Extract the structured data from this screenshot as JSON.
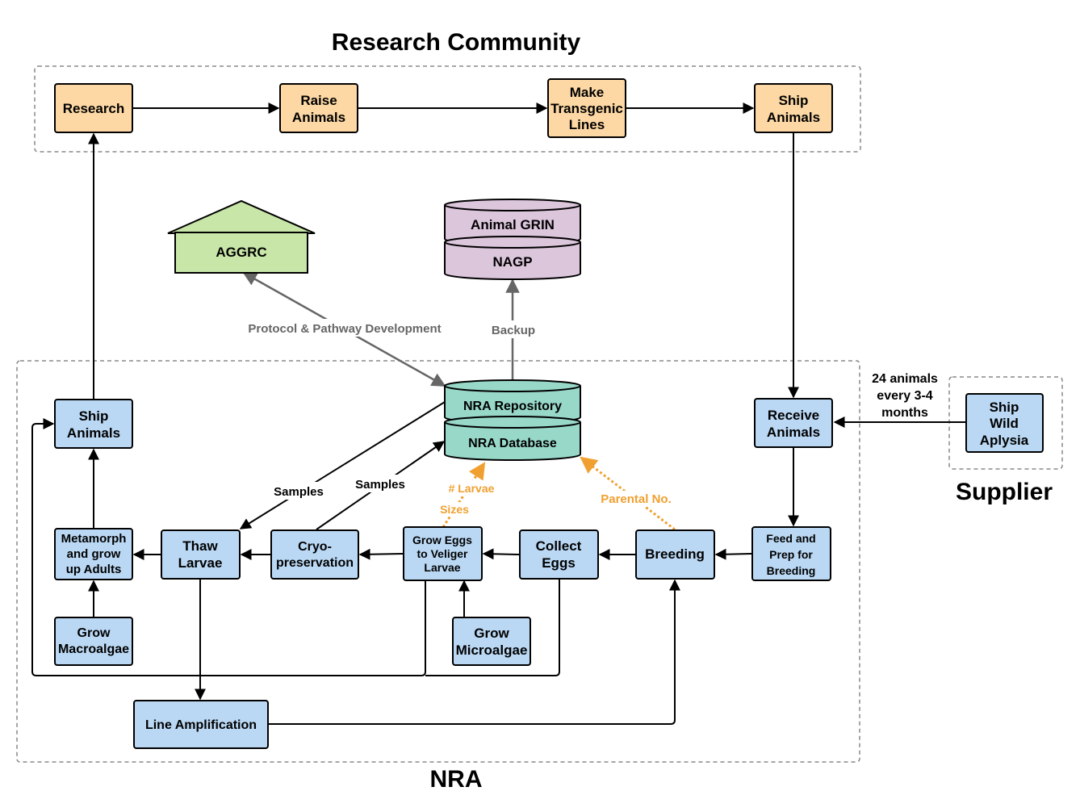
{
  "titles": {
    "research_community": "Research Community",
    "nra": "NRA",
    "supplier": "Supplier"
  },
  "colors": {
    "orange_fill": "#fdd8a4",
    "blue_fill": "#bad8f4",
    "green_fill": "#c8e6a8",
    "purple_fill": "#dcc6dc",
    "teal_fill": "#98d8c8",
    "arrow_orange": "#f0a030",
    "arrow_gray": "#666666",
    "line_black": "#000000",
    "dash_border": "#888888"
  },
  "nodes": {
    "research": [
      "Research"
    ],
    "raise_animals": [
      "Raise",
      "Animals"
    ],
    "make_transgenic": [
      "Make",
      "Transgenic",
      "Lines"
    ],
    "ship_animals_top": [
      "Ship",
      "Animals"
    ],
    "aggrc": [
      "AGGRC"
    ],
    "animal_grin": [
      "Animal GRIN"
    ],
    "nagp": [
      "NAGP"
    ],
    "nra_repository": [
      "NRA Repository"
    ],
    "nra_database": [
      "NRA Database"
    ],
    "ship_animals_nra": [
      "Ship",
      "Animals"
    ],
    "receive_animals": [
      "Receive",
      "Animals"
    ],
    "ship_wild": [
      "Ship",
      "Wild",
      "Aplysia"
    ],
    "metamorph": [
      "Metamorph",
      "and grow",
      "up Adults"
    ],
    "thaw_larvae": [
      "Thaw",
      "Larvae"
    ],
    "cryo": [
      "Cryo-",
      "preservation"
    ],
    "grow_eggs": [
      "Grow Eggs",
      "to Veliger",
      "Larvae"
    ],
    "collect_eggs": [
      "Collect",
      "Eggs"
    ],
    "breeding": [
      "Breeding"
    ],
    "feed_prep": [
      "Feed and",
      "Prep for",
      "Breeding"
    ],
    "grow_macro": [
      "Grow",
      "Macroalgae"
    ],
    "grow_micro": [
      "Grow",
      "Microalgae"
    ],
    "line_amp": [
      "Line Amplification"
    ]
  },
  "edge_labels": {
    "protocol": "Protocol & Pathway Development",
    "backup": "Backup",
    "samples_left": "Samples",
    "samples_right": "Samples",
    "larvae": "# Larvae",
    "sizes": "Sizes",
    "parental": "Parental No.",
    "supply": [
      "24 animals",
      "every 3-4",
      "months"
    ]
  }
}
